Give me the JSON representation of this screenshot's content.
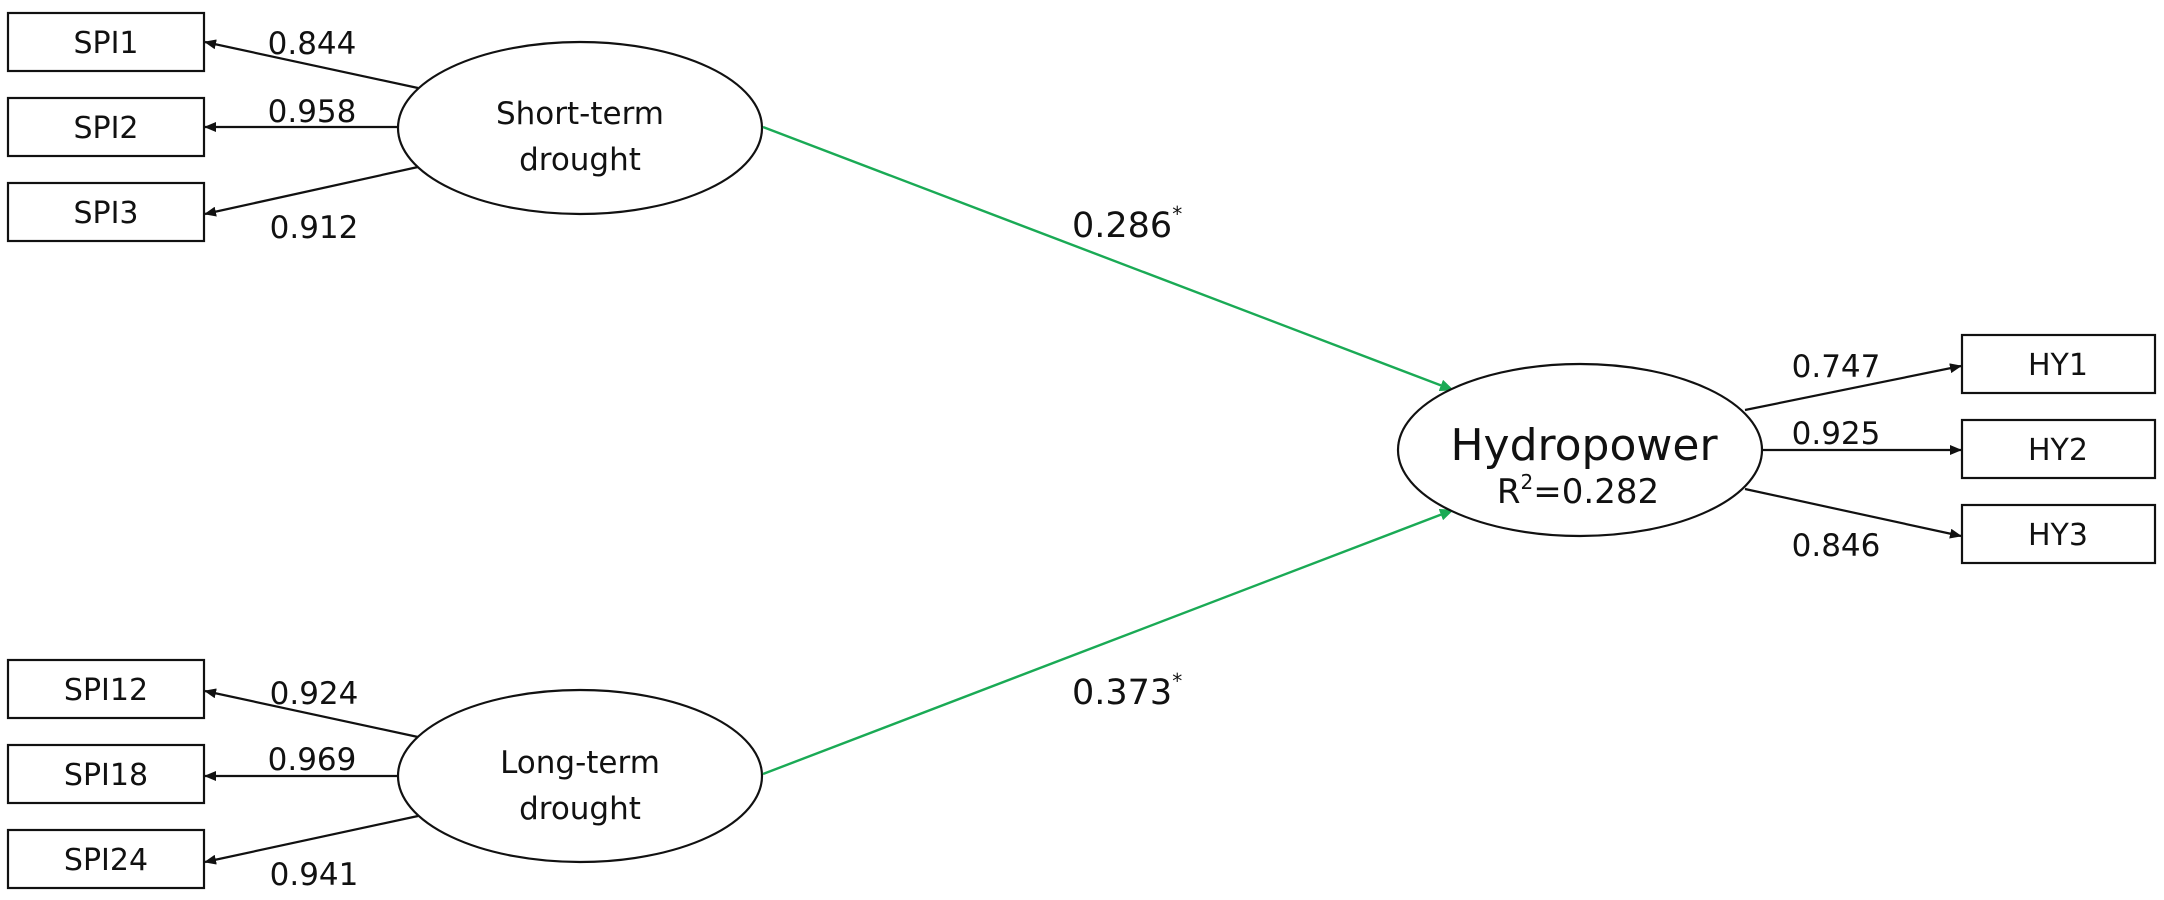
{
  "constructs": {
    "short_term": {
      "line1": "Short-term",
      "line2": "drought"
    },
    "long_term": {
      "line1": "Long-term",
      "line2": "drought"
    },
    "hydropower": {
      "label": "Hydropower",
      "r2_prefix": "R",
      "r2_sup": "2",
      "r2_value": "=0.282"
    }
  },
  "indicators": {
    "short_term": [
      {
        "name": "SPI1",
        "loading": "0.844"
      },
      {
        "name": "SPI2",
        "loading": "0.958"
      },
      {
        "name": "SPI3",
        "loading": "0.912"
      }
    ],
    "long_term": [
      {
        "name": "SPI12",
        "loading": "0.924"
      },
      {
        "name": "SPI18",
        "loading": "0.969"
      },
      {
        "name": "SPI24",
        "loading": "0.941"
      }
    ],
    "hydropower": [
      {
        "name": "HY1",
        "loading": "0.747"
      },
      {
        "name": "HY2",
        "loading": "0.925"
      },
      {
        "name": "HY3",
        "loading": "0.846"
      }
    ]
  },
  "paths": [
    {
      "from": "Short-term drought",
      "to": "Hydropower",
      "coefficient": "0.286",
      "significance": "*"
    },
    {
      "from": "Long-term drought",
      "to": "Hydropower",
      "coefficient": "0.373",
      "significance": "*"
    }
  ],
  "colors": {
    "path": "#1aaa55",
    "stroke": "#111111"
  }
}
